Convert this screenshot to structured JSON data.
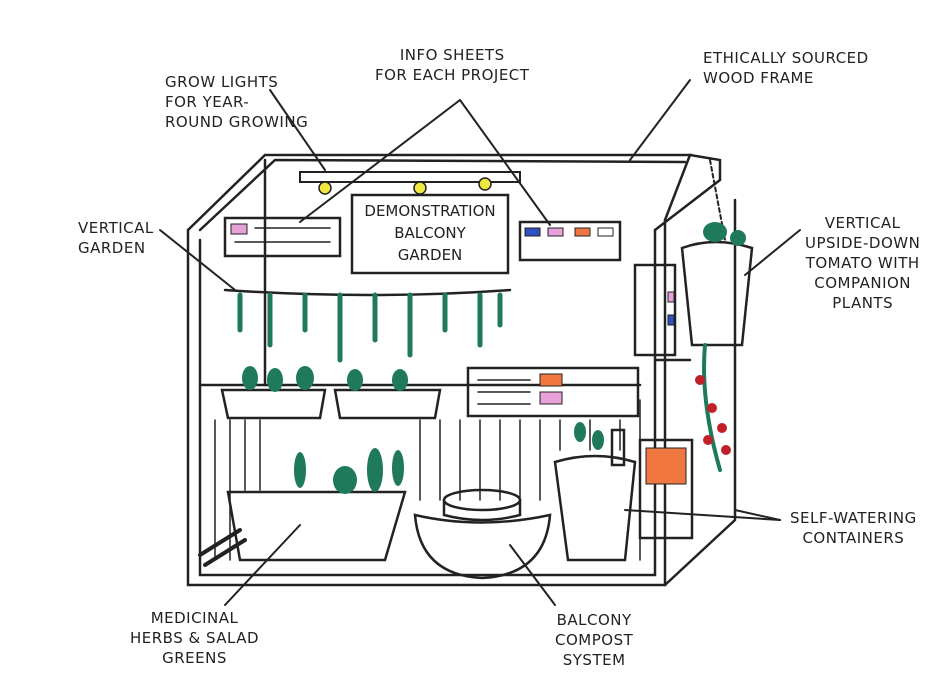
{
  "sign": {
    "line1": "Demonstration",
    "line2": "Balcony",
    "line3": "Garden"
  },
  "labels": {
    "info_sheets": "Info sheets\nfor each project",
    "grow_lights": "Grow lights\nfor year-\nround growing",
    "wood_frame": "Ethically sourced\nwood frame",
    "vertical_garden": "Vertical\ngarden",
    "tomato": "Vertical\nupside-down\ntomato with\ncompanion\nplants",
    "self_watering": "Self-watering\ncontainers",
    "medicinal": "Medicinal\nherbs & salad\ngreens",
    "compost": "Balcony\ncompost\nsystem"
  },
  "colors": {
    "ink": "#222222",
    "leaf": "#1f7a5c",
    "pink": "#e8a0d8",
    "orange": "#f07840",
    "tomato": "#c0202a",
    "light": "#f2e640",
    "blue": "#3050c0"
  }
}
